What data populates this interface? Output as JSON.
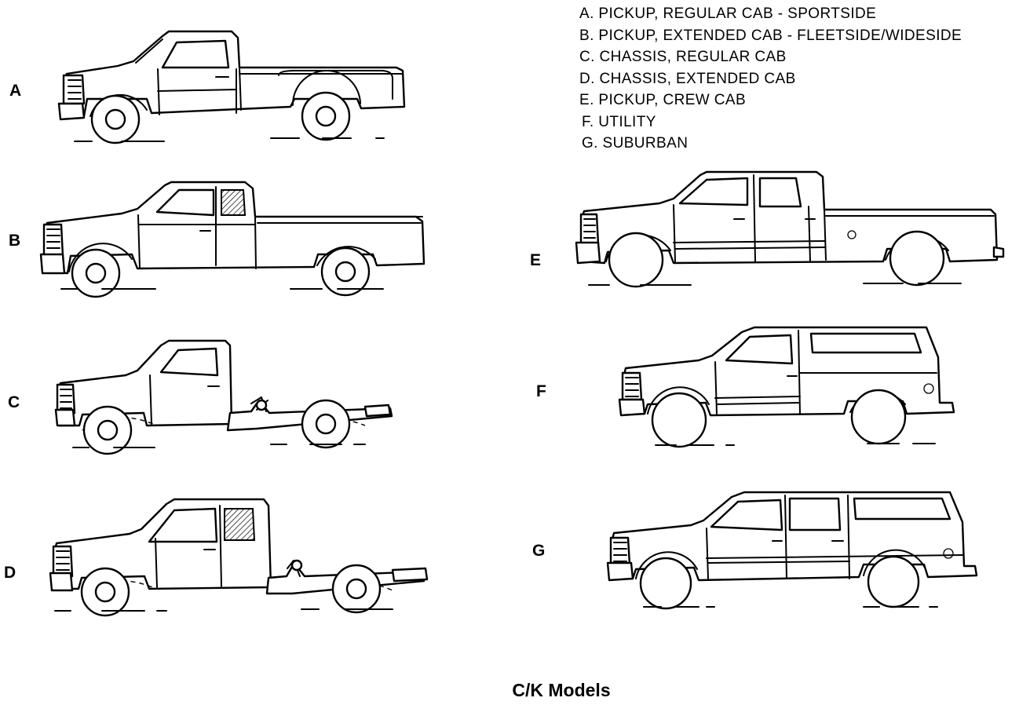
{
  "legend": [
    "A.  PICKUP, REGULAR CAB - SPORTSIDE",
    "B.  PICKUP, EXTENDED CAB - FLEETSIDE/WIDESIDE",
    "C.  CHASSIS, REGULAR CAB",
    "D.  CHASSIS, EXTENDED CAB",
    "E.  PICKUP, CREW CAB",
    "F.  UTILITY",
    "G.  SUBURBAN"
  ],
  "labels": {
    "a": "A",
    "b": "B",
    "c": "C",
    "d": "D",
    "e": "E",
    "f": "F",
    "g": "G"
  },
  "caption": "C/K Models",
  "icons": [
    "pickup-regular-cab-sportside",
    "pickup-extended-cab-fleetside",
    "chassis-regular-cab",
    "chassis-extended-cab",
    "pickup-crew-cab",
    "utility-vehicle",
    "suburban-vehicle"
  ]
}
